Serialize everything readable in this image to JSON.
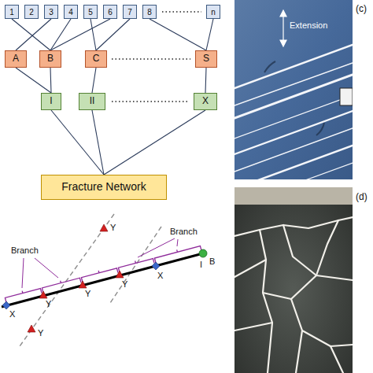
{
  "diagram": {
    "nodes": [
      {
        "text": [
          "1"
        ]
      },
      {
        "text": [
          "2"
        ]
      },
      {
        "text": [
          "3"
        ]
      },
      {
        "text": [
          "4"
        ]
      },
      {
        "text": [
          "5"
        ]
      },
      {
        "text": [
          "6"
        ]
      },
      {
        "text": [
          "7"
        ]
      },
      {
        "text": [
          "8"
        ]
      },
      {
        "text": [
          "n"
        ]
      },
      {
        "text": [
          "A"
        ]
      },
      {
        "text": [
          "B"
        ]
      },
      {
        "text": [
          "C"
        ]
      },
      {
        "text": [
          "S"
        ]
      },
      {
        "text": [
          "I"
        ]
      },
      {
        "text": [
          "II"
        ]
      },
      {
        "text": [
          "X"
        ]
      },
      {
        "text": [
          "Fracture Network"
        ]
      }
    ],
    "edges": [
      {
        "from": 0,
        "to": 10,
        "arrow": "none"
      },
      {
        "from": 2,
        "to": 9,
        "arrow": "none"
      },
      {
        "from": 3,
        "to": 10,
        "arrow": "none"
      },
      {
        "from": 4,
        "to": 11,
        "arrow": "none"
      },
      {
        "from": 5,
        "to": 10,
        "arrow": "none"
      },
      {
        "from": 6,
        "to": 11,
        "arrow": "none"
      },
      {
        "from": 7,
        "to": 12,
        "arrow": "none"
      },
      {
        "from": 8,
        "to": 12,
        "arrow": "none"
      },
      {
        "from": 9,
        "to": 13,
        "arrow": "none"
      },
      {
        "from": 10,
        "to": 13,
        "arrow": "none"
      },
      {
        "from": 11,
        "to": 14,
        "arrow": "none"
      },
      {
        "from": 12,
        "to": 15,
        "arrow": "none"
      },
      {
        "from": 13,
        "to": 16,
        "arrow": "none"
      },
      {
        "from": 14,
        "to": 16,
        "arrow": "none"
      },
      {
        "from": 15,
        "to": 16,
        "arrow": "none"
      }
    ],
    "labels": [
      "(c)",
      "Extension",
      "(d)",
      "Branch",
      "Branch",
      "Y",
      "Y",
      "Y",
      "Y",
      "Y",
      "X",
      "X",
      "I",
      "B"
    ]
  }
}
